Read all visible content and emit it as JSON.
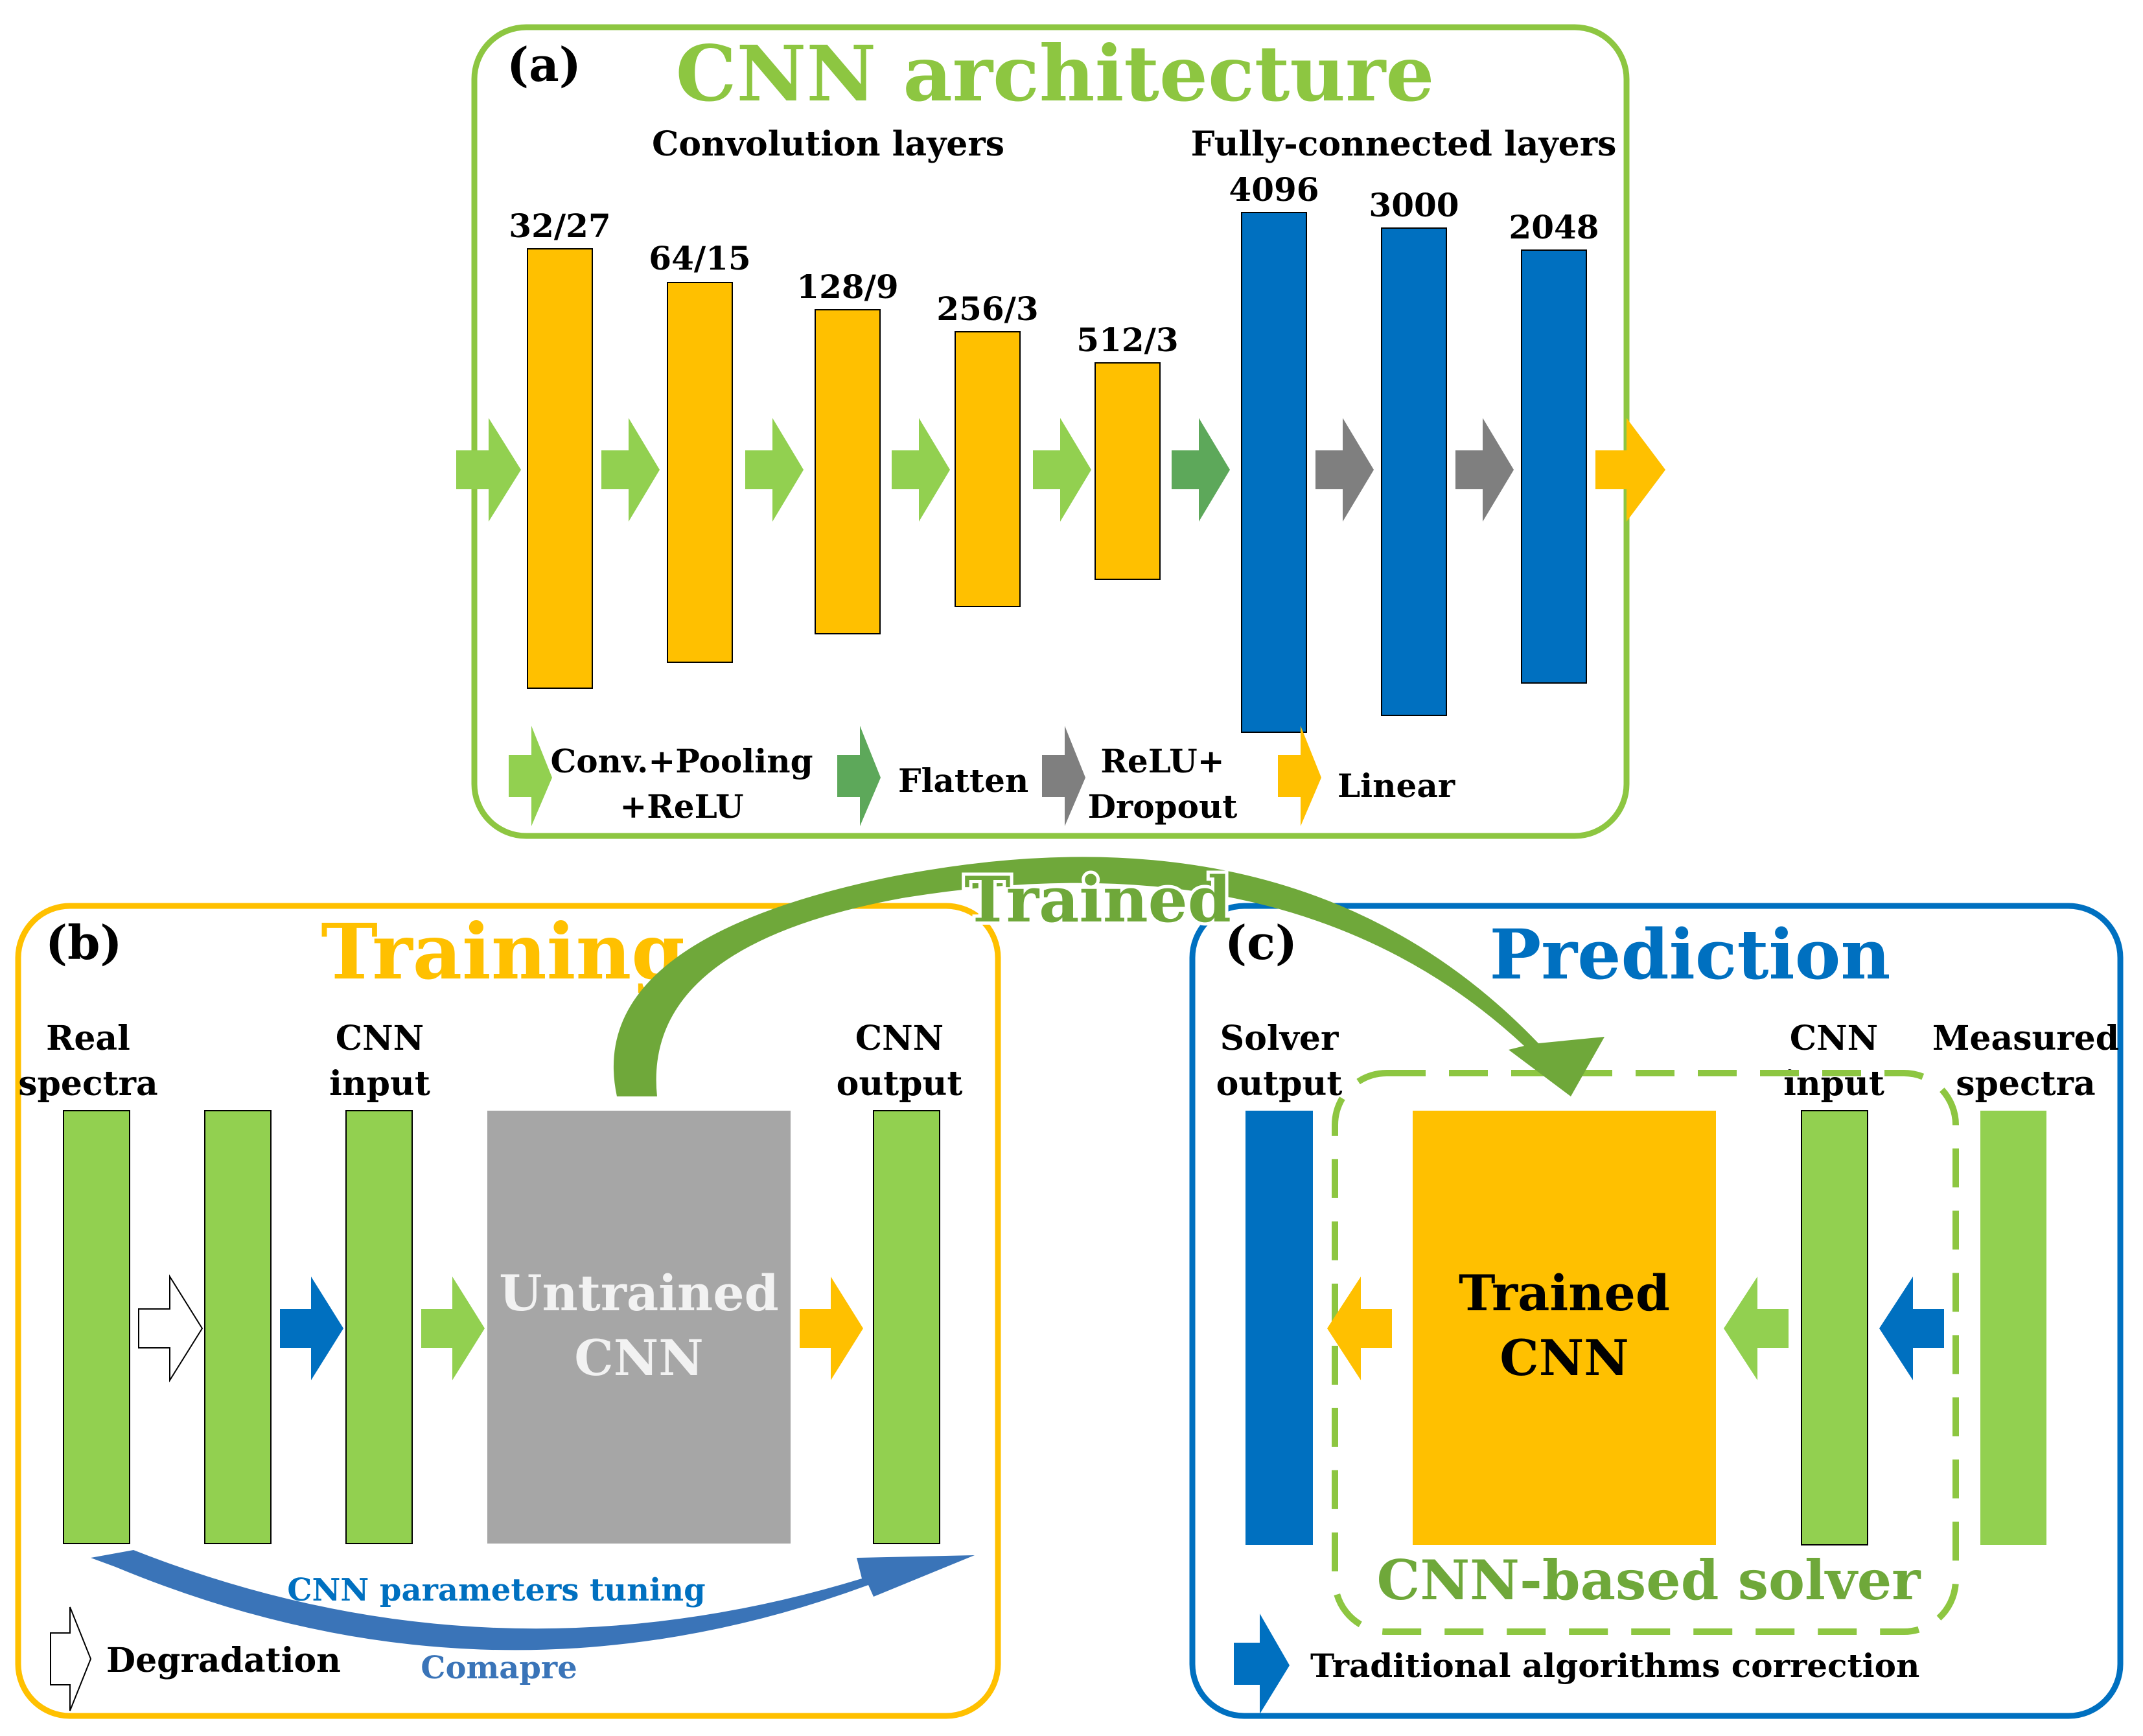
{
  "colors": {
    "green": "#92D050",
    "dark_green": "#5DA85A",
    "orange": "#FFC000",
    "blue": "#0070C0",
    "gray": "#7F7F7F",
    "box_gray": "#A6A6A6",
    "panel_a_border": "#8DC641",
    "panel_b_border": "#FFC000",
    "panel_c_border": "#0070C0",
    "tuning_blue": "#3A74B8",
    "solver_dash": "#8DC641",
    "trained_arc": "#6FA83A"
  },
  "panel_a": {
    "tag": "(a)",
    "title": "CNN architecture",
    "conv_heading": "Convolution layers",
    "fc_heading": "Fully-connected layers",
    "conv_layers": [
      {
        "label": "32/27"
      },
      {
        "label": "64/15"
      },
      {
        "label": "128/9"
      },
      {
        "label": "256/3"
      },
      {
        "label": "512/3"
      }
    ],
    "fc_layers": [
      {
        "label": "4096"
      },
      {
        "label": "3000"
      },
      {
        "label": "2048"
      }
    ],
    "legend": {
      "conv_line1": "Conv.+Pooling",
      "conv_line2": "+ReLU",
      "flatten": "Flatten",
      "relu_line1": "ReLU+",
      "relu_line2": "Dropout",
      "linear": "Linear"
    }
  },
  "trained_label": "Trained",
  "panel_b": {
    "tag": "(b)",
    "title": "Training",
    "real_spectra_line1": "Real",
    "real_spectra_line2": "spectra",
    "cnn_input_line1": "CNN",
    "cnn_input_line2": "input",
    "cnn_output_line1": "CNN",
    "cnn_output_line2": "output",
    "untrained_line1": "Untrained",
    "untrained_line2": "CNN",
    "tuning": "CNN parameters tuning",
    "compare": "Comapre",
    "degradation": "Degradation"
  },
  "panel_c": {
    "tag": "(c)",
    "title": "Prediction",
    "solver_output_line1": "Solver",
    "solver_output_line2": "output",
    "cnn_input_line1": "CNN",
    "cnn_input_line2": "input",
    "measured_line1": "Measured",
    "measured_line2": "spectra",
    "trained_line1": "Trained",
    "trained_line2": "CNN",
    "solver_label": "CNN-based solver",
    "traditional": "Traditional algorithms correction"
  }
}
